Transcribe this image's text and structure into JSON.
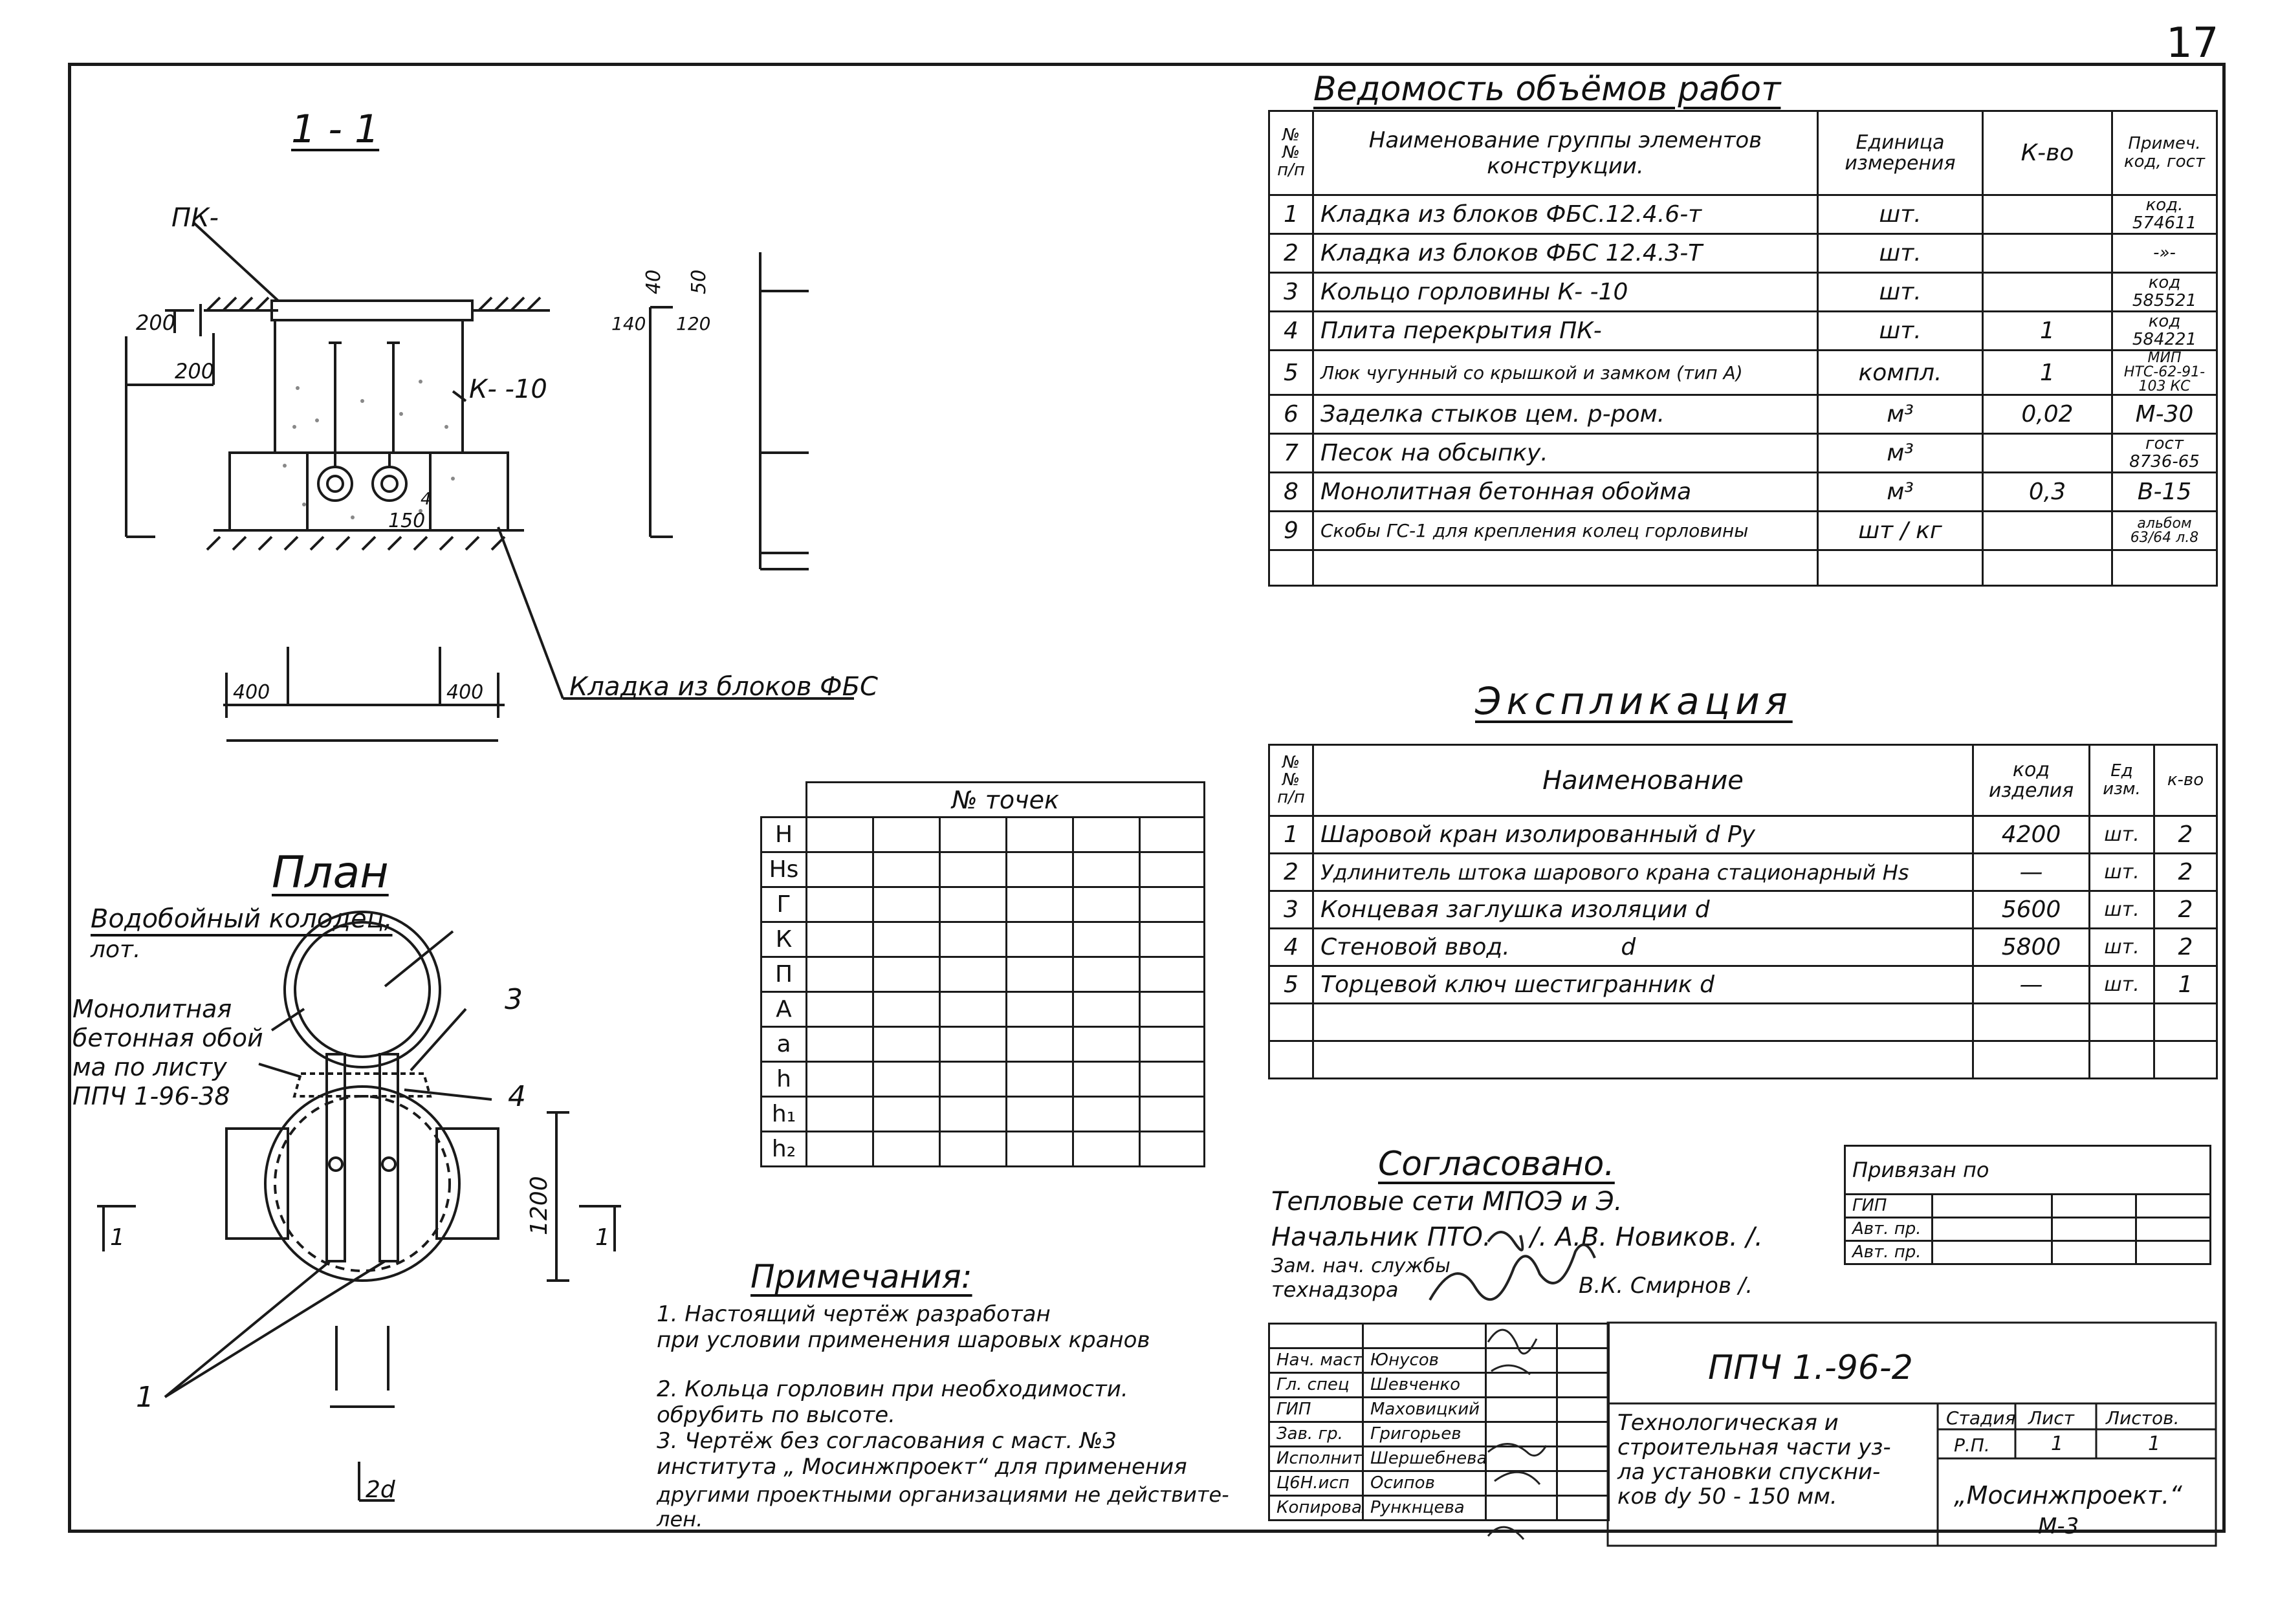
{
  "sheet_number": "17",
  "section_title": "1 - 1",
  "plan_title": "План",
  "section_labels": {
    "pk": "ПК-",
    "ring": "К-   -10",
    "dim_200a": "200",
    "dim_200b": "200",
    "dim_150": "150",
    "dim_4": "4",
    "dim_40": "40",
    "dim_50": "50",
    "dim_140": "140",
    "dim_120": "120",
    "dim_400a": "400",
    "dim_400b": "400",
    "masonry": "Кладка из блоков ФБС"
  },
  "plan_labels": {
    "well": "Водобойный колодец,",
    "tray": "лот.",
    "frame_note": [
      "Монолитная",
      "бетонная обой",
      "ма по листу",
      "ППЧ 1-96-38"
    ],
    "n3": "3",
    "n4": "4",
    "n1": "1",
    "dim_1200": "1200",
    "cut_left": "1",
    "cut_right": "1",
    "dim_2d": "2d"
  },
  "volumes": {
    "title": "Ведомость объёмов работ",
    "headers": [
      "№№ п/п",
      "Наименование группы элементов конструкции.",
      "Единица измерения",
      "К-во",
      "Примеч. код, гост"
    ],
    "rows": [
      [
        "1",
        "Кладка из блоков ФБС.12.4.6-т",
        "шт.",
        "",
        "код. 574611"
      ],
      [
        "2",
        "Кладка из блоков ФБС 12.4.3-Т",
        "шт.",
        "",
        "-»-"
      ],
      [
        "3",
        "Кольцо горловины К-   -10",
        "шт.",
        "",
        "код 585521"
      ],
      [
        "4",
        "Плита перекрытия ПК-",
        "шт.",
        "1",
        "код 584221"
      ],
      [
        "5",
        "Люк чугунный со крышкой и замком (тип А)",
        "компл.",
        "1",
        "МИП НТС-62-91-103 КС"
      ],
      [
        "6",
        "Заделка стыков цем. р-ром.",
        "м³",
        "0,02",
        "М-30"
      ],
      [
        "7",
        "Песок на обсыпку.",
        "м³",
        "",
        "гост 8736-65"
      ],
      [
        "8",
        "Монолитная бетонная обойма",
        "м³",
        "0,3",
        "В-15"
      ],
      [
        "9",
        "Скобы ГС-1 для крепления колец горловины",
        "шт / кг",
        "",
        "альбом 63/64 л.8"
      ],
      [
        "",
        "",
        "",
        "",
        ""
      ]
    ]
  },
  "explication": {
    "title": "Экспликация",
    "headers": [
      "№№ п/п",
      "Наименование",
      "код изделия",
      "Ед изм.",
      "к-во"
    ],
    "rows": [
      [
        "1",
        "Шаровой кран изолированный    d    Ру",
        "4200",
        "шт.",
        "2"
      ],
      [
        "2",
        "Удлинитель штока шарового крана стационарный  Hs",
        "—",
        "шт.",
        "2"
      ],
      [
        "3",
        "Концевая заглушка изоляции    d",
        "5600",
        "шт.",
        "2"
      ],
      [
        "4",
        "Стеновой ввод.               d",
        "5800",
        "шт.",
        "2"
      ],
      [
        "5",
        "Торцевой ключ шестигранник  d",
        "—",
        "шт.",
        "1"
      ],
      [
        "",
        "",
        "",
        "",
        ""
      ],
      [
        "",
        "",
        "",
        "",
        ""
      ]
    ]
  },
  "points_table": {
    "header": "№ точек",
    "rows": [
      "Н",
      "Нs",
      "Г",
      "К",
      "П",
      "А",
      "а",
      "h",
      "h₁",
      "h₂"
    ]
  },
  "notes": {
    "title": "Примечания:",
    "lines": [
      "1. Настоящий чертёж разработан",
      "при условии применения шаровых кранов",
      "",
      "2. Кольца горловин при необходимости.",
      "обрубить по высоте.",
      "3. Чертёж без согласования с маст. №3",
      "института „ Мосинжпроект“ для применения",
      "другими проектными организациями не действите-",
      "лен."
    ]
  },
  "approval": {
    "title": "Согласовано.",
    "org": "Тепловые сети МПОЭ и Э.",
    "line1_role": "Начальник ПТО.",
    "line1_name": "/. А.В. Новиков. /.",
    "line2_role": "Зам. нач. службы",
    "line3_role": "технадзора",
    "line3_name": "В.К. Смирнов /."
  },
  "binding": {
    "title": "Привязан по",
    "rows": [
      "ГИП",
      "Авт. пр.",
      "Авт. пр."
    ]
  },
  "title_block": {
    "code": "ППЧ 1.-96-2",
    "description": [
      "Технологическая и",
      "строительная части уз-",
      "ла установки спускни-",
      "ков dу 50 - 150 мм."
    ],
    "stage_headers": [
      "Стадия",
      "Лист",
      "Листов."
    ],
    "stage_values": [
      "Р.П.",
      "1",
      "1"
    ],
    "org": "„Мосинжпроект.“",
    "org_code": "М-3",
    "roles": [
      [
        "Нач. маст",
        "Юнусов"
      ],
      [
        "Гл. спец",
        "Шевченко"
      ],
      [
        "ГИП",
        "Маховицкий"
      ],
      [
        "Зав. гр.",
        "Григорьев"
      ],
      [
        "Исполнит",
        "Шершебнева"
      ],
      [
        "Ц6Н.исп",
        "Осипов"
      ],
      [
        "Копировал",
        "Рункнцева"
      ]
    ]
  }
}
